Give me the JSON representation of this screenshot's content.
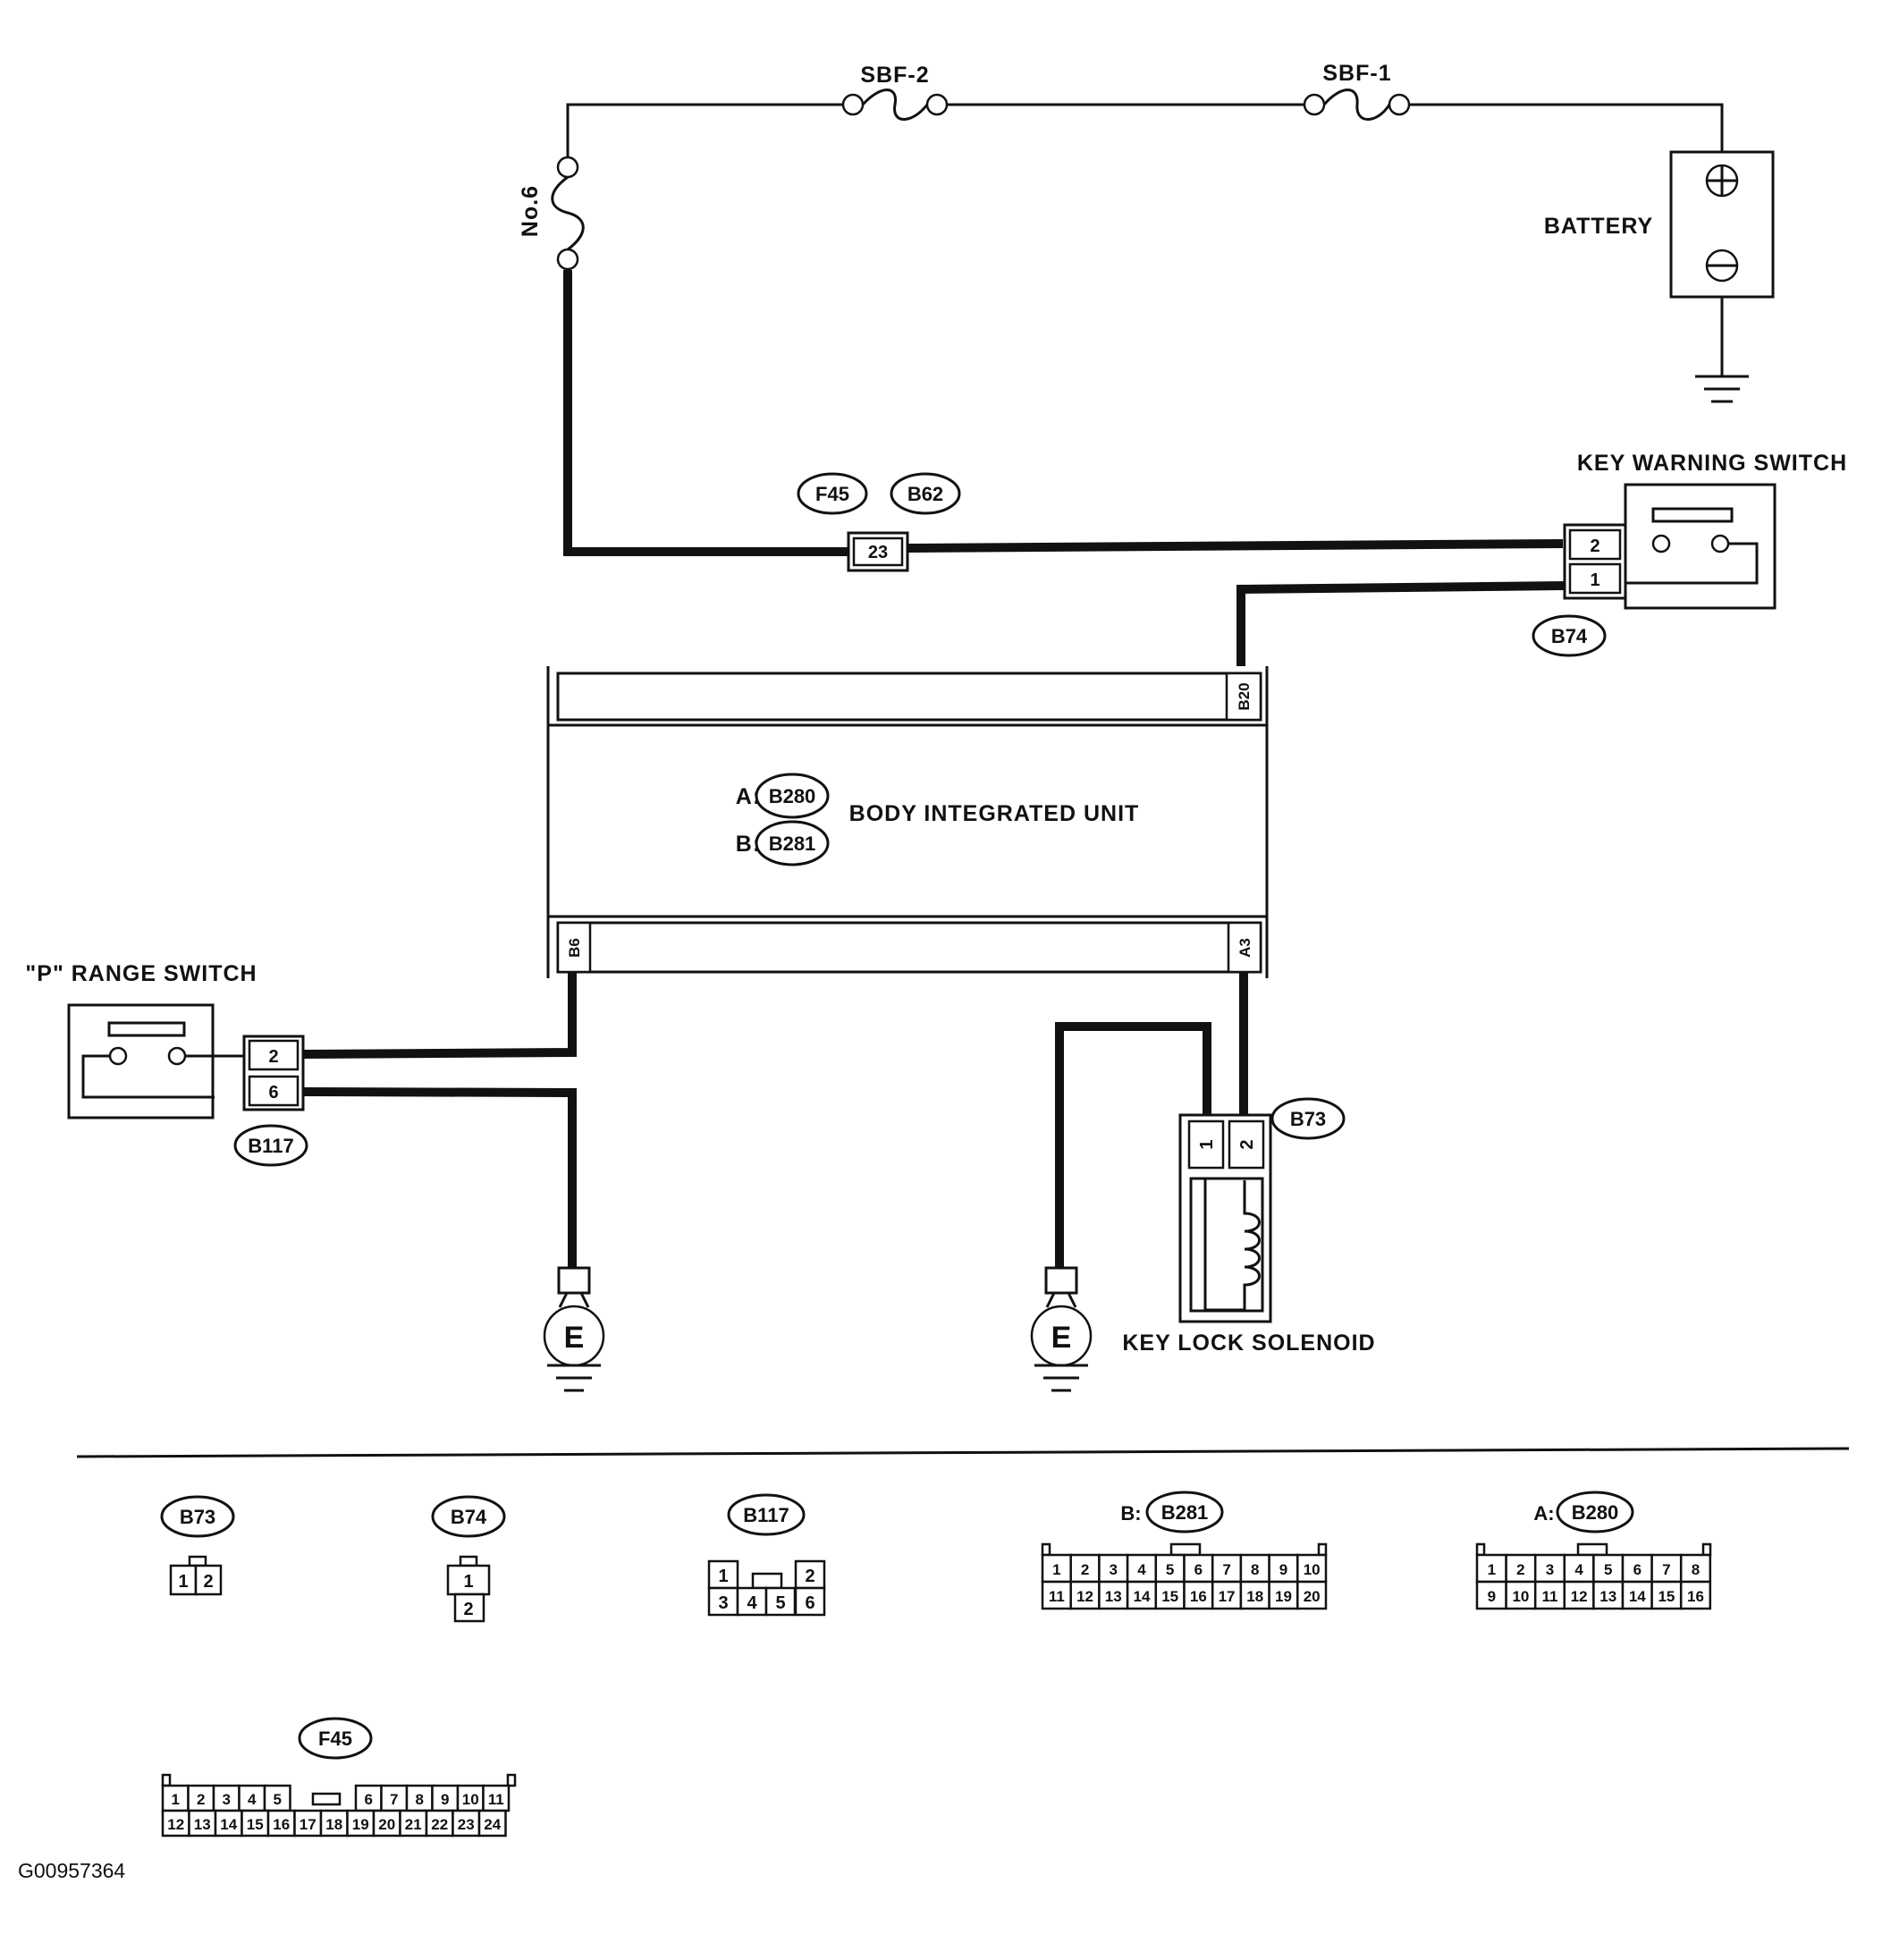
{
  "figure_id": "G00957364",
  "fuses": {
    "sbf2": "SBF-2",
    "sbf1": "SBF-1",
    "no6": "No.6"
  },
  "components": {
    "battery": "BATTERY",
    "key_warning_switch": "KEY WARNING SWITCH",
    "body_integrated_unit": "BODY INTEGRATED UNIT",
    "p_range_switch": "\"P\" RANGE SWITCH",
    "key_lock_solenoid": "KEY LOCK SOLENOID"
  },
  "connectors": {
    "f45": "F45",
    "b62": "B62",
    "b74": "B74",
    "b73": "B73",
    "b117": "B117",
    "b280": "B280",
    "b281": "B281",
    "prefix_a": "A:",
    "prefix_b": "B:"
  },
  "pins": {
    "f45_b62": "23",
    "kws_top": "2",
    "kws_bottom": "1",
    "biu_b20": "B20",
    "biu_b6": "B6",
    "biu_a3": "A3",
    "prs_top": "2",
    "prs_bottom": "6",
    "kls_left": "1",
    "kls_right": "2"
  },
  "ground": "E",
  "legend": {
    "b73_pins": [
      "1",
      "2"
    ],
    "b74_pins": [
      "1",
      "2"
    ],
    "b117_pins": [
      [
        "1",
        "",
        "2"
      ],
      [
        "3",
        "4",
        "5",
        "6"
      ]
    ],
    "b281_pins": [
      [
        "1",
        "2",
        "3",
        "4",
        "5",
        "6",
        "7",
        "8",
        "9",
        "10"
      ],
      [
        "11",
        "12",
        "13",
        "14",
        "15",
        "16",
        "17",
        "18",
        "19",
        "20"
      ]
    ],
    "b280_pins": [
      [
        "1",
        "2",
        "3",
        "4",
        "5",
        "6",
        "7",
        "8"
      ],
      [
        "9",
        "10",
        "11",
        "12",
        "13",
        "14",
        "15",
        "16"
      ]
    ],
    "f45_pins_top_left": [
      "1",
      "2",
      "3",
      "4",
      "5"
    ],
    "f45_pins_top_right": [
      "6",
      "7",
      "8",
      "9",
      "10",
      "11"
    ],
    "f45_pins_bottom": [
      "12",
      "13",
      "14",
      "15",
      "16",
      "17",
      "18",
      "19",
      "20",
      "21",
      "22",
      "23",
      "24"
    ]
  }
}
